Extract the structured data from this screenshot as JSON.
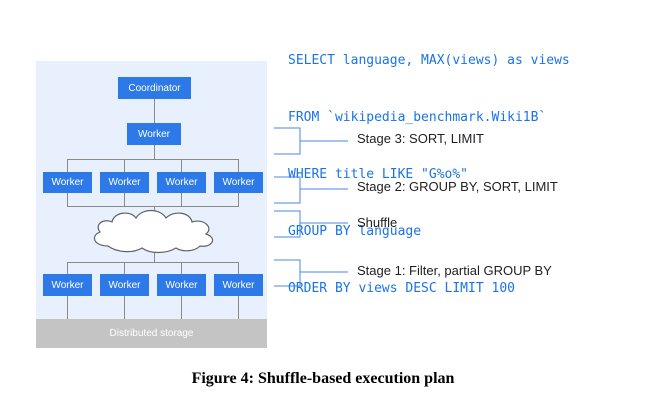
{
  "sql": {
    "lines": [
      "SELECT language, MAX(views) as views",
      "FROM `wikipedia_benchmark.Wiki1B`",
      "WHERE title LIKE \"G%o%\"",
      "GROUP BY language",
      "ORDER BY views DESC LIMIT 100"
    ]
  },
  "diagram": {
    "coordinator": "Coordinator",
    "top_worker": "Worker",
    "stage2_workers": [
      "Worker",
      "Worker",
      "Worker",
      "Worker"
    ],
    "stage1_workers": [
      "Worker",
      "Worker",
      "Worker",
      "Worker"
    ],
    "storage": "Distributed storage"
  },
  "stages": {
    "stage3": "Stage 3: SORT, LIMIT",
    "stage2": "Stage 2: GROUP BY, SORT, LIMIT",
    "shuffle": "Shuffle",
    "stage1": "Stage 1: Filter, partial GROUP BY"
  },
  "colors": {
    "worker_blue": "#2e79e8",
    "sql_blue": "#1a73e8",
    "bracket_blue": "#4a86e8",
    "panel_bg": "#e8f0fe",
    "storage_gray": "#c4c4c4"
  },
  "caption": "Figure 4: Shuffle-based execution plan"
}
